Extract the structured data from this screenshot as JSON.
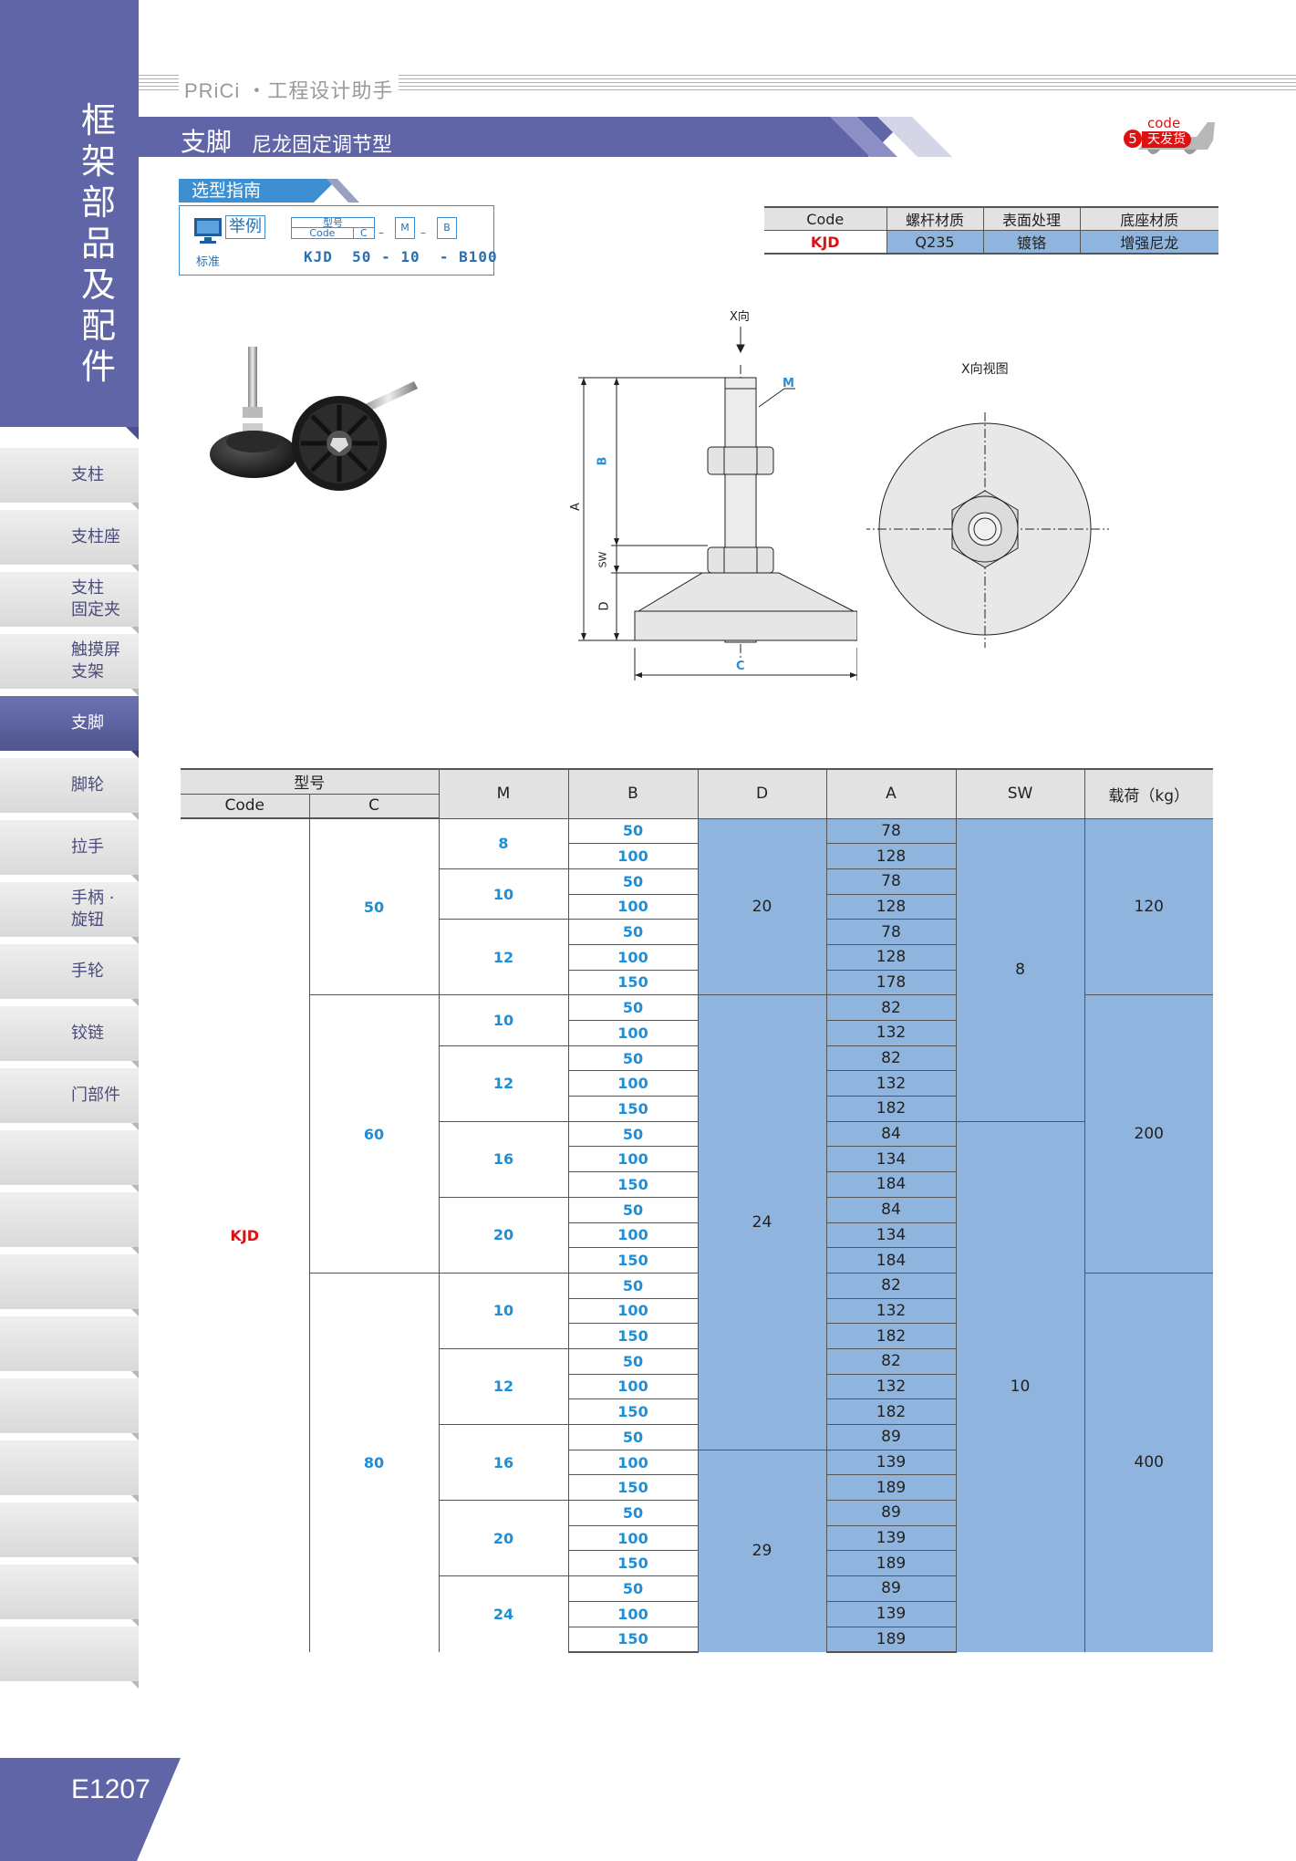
{
  "sidebar": {
    "category_chars": [
      "框",
      "架",
      "部",
      "品",
      "及",
      "配",
      "件"
    ],
    "tabs": [
      {
        "lines": [
          "支柱"
        ],
        "active": false
      },
      {
        "lines": [
          "支柱座"
        ],
        "active": false
      },
      {
        "lines": [
          "支柱",
          "固定夹"
        ],
        "active": false
      },
      {
        "lines": [
          "触摸屏",
          "支架"
        ],
        "active": false
      },
      {
        "lines": [
          "支脚"
        ],
        "active": true
      },
      {
        "lines": [
          "脚轮"
        ],
        "active": false
      },
      {
        "lines": [
          "拉手"
        ],
        "active": false
      },
      {
        "lines": [
          "手柄 ·",
          "旋钮"
        ],
        "active": false
      },
      {
        "lines": [
          "手轮"
        ],
        "active": false
      },
      {
        "lines": [
          "铰链"
        ],
        "active": false
      },
      {
        "lines": [
          "门部件"
        ],
        "active": false
      },
      {
        "lines": [],
        "active": false
      },
      {
        "lines": [],
        "active": false
      },
      {
        "lines": [],
        "active": false
      },
      {
        "lines": [],
        "active": false
      },
      {
        "lines": [],
        "active": false
      },
      {
        "lines": [],
        "active": false
      },
      {
        "lines": [],
        "active": false
      },
      {
        "lines": [],
        "active": false
      },
      {
        "lines": [],
        "active": false
      }
    ],
    "page_number": "E1207"
  },
  "header": {
    "brand": "PRiCi ・工程设计助手",
    "title_main": "支脚",
    "title_sub": "尼龙固定调节型",
    "badge_code": "code",
    "badge_number": "5",
    "badge_text": "天发货"
  },
  "guide": {
    "title": "选型指南",
    "example_label": "举例",
    "standard_label": "标准",
    "box_type": "型号",
    "box_code": "Code",
    "box_c": "C",
    "box_m": "M",
    "box_b": "B",
    "example": "KJD  50 - 10  - B100"
  },
  "material_table": {
    "headers": [
      "Code",
      "螺杆材质",
      "表面处理",
      "底座材质"
    ],
    "row": [
      "KJD",
      "Q235",
      "镀铬",
      "增强尼龙"
    ]
  },
  "drawing": {
    "x_direction": "X向",
    "x_view": "X向视图",
    "labels": {
      "M": "M",
      "B": "B",
      "A": "A",
      "SW": "SW",
      "D": "D",
      "C": "C"
    }
  },
  "spec_table": {
    "headers": {
      "model": "型号",
      "code": "Code",
      "c": "C",
      "m": "M",
      "b": "B",
      "d": "D",
      "a": "A",
      "sw": "SW",
      "load": "载荷（kg）"
    },
    "code": "KJD",
    "groups": [
      {
        "C": "50",
        "D_spans": [
          {
            "value": "20",
            "rows": 7
          }
        ],
        "M_groups": [
          {
            "M": "8",
            "rows": [
              {
                "B": "50",
                "A": "78"
              },
              {
                "B": "100",
                "A": "128"
              }
            ]
          },
          {
            "M": "10",
            "rows": [
              {
                "B": "50",
                "A": "78"
              },
              {
                "B": "100",
                "A": "128"
              }
            ]
          },
          {
            "M": "12",
            "rows": [
              {
                "B": "50",
                "A": "78"
              },
              {
                "B": "100",
                "A": "128"
              },
              {
                "B": "150",
                "A": "178"
              }
            ]
          }
        ]
      },
      {
        "C": "60",
        "M_groups": [
          {
            "M": "10",
            "rows": [
              {
                "B": "50",
                "A": "82"
              },
              {
                "B": "100",
                "A": "132"
              }
            ]
          },
          {
            "M": "12",
            "rows": [
              {
                "B": "50",
                "A": "82"
              },
              {
                "B": "100",
                "A": "132"
              },
              {
                "B": "150",
                "A": "182"
              }
            ]
          },
          {
            "M": "16",
            "rows": [
              {
                "B": "50",
                "A": "84"
              },
              {
                "B": "100",
                "A": "134"
              },
              {
                "B": "150",
                "A": "184"
              }
            ]
          },
          {
            "M": "20",
            "rows": [
              {
                "B": "50",
                "A": "84"
              },
              {
                "B": "100",
                "A": "134"
              },
              {
                "B": "150",
                "A": "184"
              }
            ]
          }
        ]
      },
      {
        "C": "80",
        "M_groups": [
          {
            "M": "10",
            "rows": [
              {
                "B": "50",
                "A": "82"
              },
              {
                "B": "100",
                "A": "132"
              },
              {
                "B": "150",
                "A": "182"
              }
            ]
          },
          {
            "M": "12",
            "rows": [
              {
                "B": "50",
                "A": "82"
              },
              {
                "B": "100",
                "A": "132"
              },
              {
                "B": "150",
                "A": "182"
              }
            ]
          },
          {
            "M": "16",
            "rows": [
              {
                "B": "50",
                "A": "89"
              },
              {
                "B": "100",
                "A": "139"
              },
              {
                "B": "150",
                "A": "189"
              }
            ]
          },
          {
            "M": "20",
            "rows": [
              {
                "B": "50",
                "A": "89"
              },
              {
                "B": "100",
                "A": "139"
              },
              {
                "B": "150",
                "A": "189"
              }
            ]
          },
          {
            "M": "24",
            "rows": [
              {
                "B": "50",
                "A": "89"
              },
              {
                "B": "100",
                "A": "139"
              },
              {
                "B": "150",
                "A": "189"
              }
            ]
          }
        ]
      }
    ],
    "D_column": [
      {
        "value": "20",
        "rows": 7
      },
      {
        "value": "24",
        "rows": 18
      },
      {
        "value": "29",
        "rows": 9
      }
    ],
    "SW_column": [
      {
        "value": "8",
        "rows": 12
      },
      {
        "value": "10",
        "rows": 22
      }
    ],
    "load_column": [
      {
        "value": "120",
        "rows": 7
      },
      {
        "value": "200",
        "rows": 11
      },
      {
        "value": "400",
        "rows": 16
      }
    ]
  }
}
